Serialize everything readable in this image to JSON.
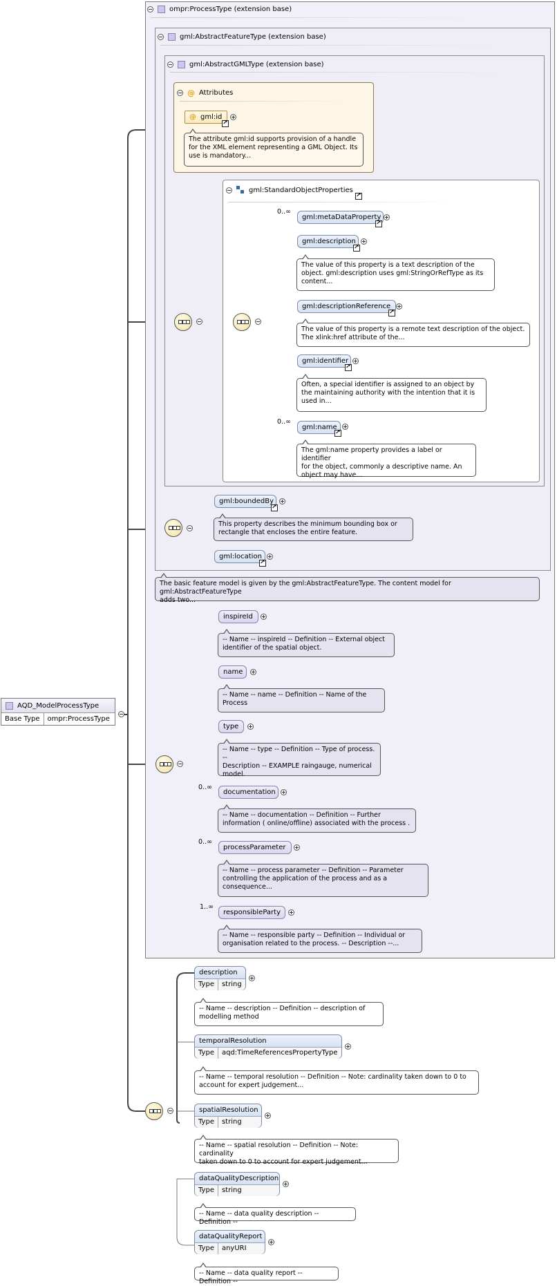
{
  "root": {
    "name": "AQD_ModelProcessType",
    "base_key": "Base Type",
    "base_value": "ompr:ProcessType"
  },
  "ext1": {
    "title": "ompr:ProcessType (extension base)"
  },
  "ext2": {
    "title": "gml:AbstractFeatureType (extension base)"
  },
  "ext3": {
    "title": "gml:AbstractGMLType (extension base)"
  },
  "attributes": {
    "title": "Attributes",
    "id_label": "gml:id",
    "id_doc": [
      "The attribute gml:id supports provision of a handle",
      "for the XML element representing a GML Object. Its",
      "use is mandatory..."
    ]
  },
  "std_group": {
    "title": "gml:StandardObjectProperties",
    "items": [
      {
        "mult": "0..∞",
        "label": "gml:metaDataProperty",
        "doc": []
      },
      {
        "mult": "",
        "label": "gml:description",
        "doc": [
          "The value of this property is a text description of the",
          "object. gml:description uses gml:StringOrRefType as its",
          "content..."
        ]
      },
      {
        "mult": "",
        "label": "gml:descriptionReference",
        "doc": [
          "The value of this property is a remote text description of the object.",
          "The xlink:href attribute of the..."
        ]
      },
      {
        "mult": "",
        "label": "gml:identifier",
        "doc": [
          "Often, a special identifier is assigned to an object by",
          "the maintaining authority with the intention that it is",
          "used in..."
        ]
      },
      {
        "mult": "0..∞",
        "label": "gml:name",
        "doc": [
          "The gml:name property provides a label or identifier",
          "for the object, commonly a descriptive name. An",
          "object may have..."
        ]
      }
    ]
  },
  "feature": {
    "bounded_label": "gml:boundedBy",
    "bounded_doc": [
      "This property describes the minimum bounding box or",
      "rectangle that encloses the entire feature."
    ],
    "location_label": "gml:location",
    "doc": [
      "The basic feature model is given by the gml:AbstractFeatureType. The content model for gml:AbstractFeatureType",
      "adds two..."
    ]
  },
  "process": {
    "items": [
      {
        "mult": "",
        "label": "inspireId",
        "doc": [
          "-- Name -- inspireId -- Definition -- External object",
          "identifier of the spatial object."
        ]
      },
      {
        "mult": "",
        "label": "name",
        "doc": [
          "-- Name -- name -- Definition -- Name of the",
          "Process"
        ]
      },
      {
        "mult": "",
        "label": "type",
        "doc": [
          "-- Name -- type -- Definition -- Type of process. --",
          "Description -- EXAMPLE raingauge, numerical",
          "model."
        ]
      },
      {
        "mult": "0..∞",
        "label": "documentation",
        "doc": [
          "-- Name -- documentation -- Definition -- Further",
          "information ( online/offline) associated with the process ."
        ]
      },
      {
        "mult": "0..∞",
        "label": "processParameter",
        "doc": [
          "-- Name -- process parameter -- Definition -- Parameter",
          "controlling the application of the process and as a",
          "consequence..."
        ]
      },
      {
        "mult": "1..∞",
        "label": "responsibleParty",
        "doc": [
          "-- Name -- responsible party -- Definition -- Individual or",
          "organisation related to the process. -- Description --..."
        ]
      }
    ]
  },
  "model": {
    "type_key": "Type",
    "items": [
      {
        "label": "description",
        "type": "string",
        "doc": [
          "-- Name -- description -- Definition -- description of",
          "modelling method"
        ]
      },
      {
        "label": "temporalResolution",
        "type": "aqd:TimeReferencesPropertyType",
        "doc": [
          "-- Name -- temporal resolution -- Definition -- Note: cardinality taken down to 0 to",
          "account for expert judgement..."
        ]
      },
      {
        "label": "spatialResolution",
        "type": "string",
        "doc": [
          "-- Name -- spatial resolution -- Definition -- Note: cardinality",
          "taken down to 0 to account for expert judgement..."
        ]
      },
      {
        "label": "dataQualityDescription",
        "type": "string",
        "doc": [
          "-- Name -- data quality description -- Definition --"
        ]
      },
      {
        "label": "dataQualityReport",
        "type": "anyURI",
        "doc": [
          "-- Name -- data quality report -- Definition --"
        ]
      }
    ]
  },
  "colors": {
    "connector": "#555555",
    "thick_connector": "#333333",
    "element_fill": "#d5e2f3",
    "local_fill": "#d9d7ee",
    "attr_fill": "#fbe9bd"
  }
}
